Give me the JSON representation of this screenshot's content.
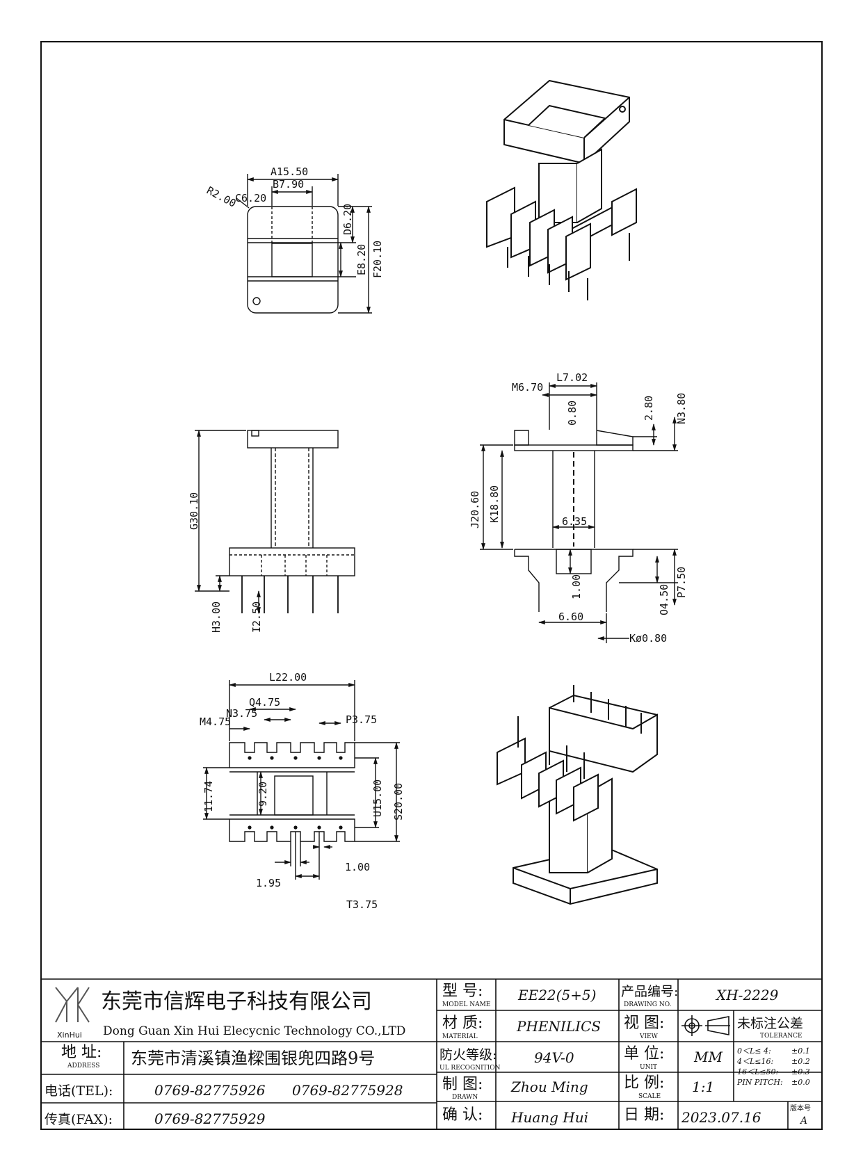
{
  "views": {
    "top": {
      "dims": [
        "A15.50",
        "B7.90",
        "C6.20",
        "R2.00",
        "D6.20",
        "E8.20",
        "F20.10"
      ]
    },
    "front": {
      "dims": [
        "G30.10",
        "H3.00",
        "I2.50"
      ]
    },
    "side": {
      "dims": [
        "L7.02",
        "M6.70",
        "0.80",
        "2.80",
        "N3.80",
        "J20.60",
        "K18.80",
        "6.35",
        "1.00",
        "P7.50",
        "O4.50",
        "6.60",
        "Kø0.80"
      ]
    },
    "bottom": {
      "dims": [
        "L22.00",
        "Q4.75",
        "N3.75",
        "M4.75",
        "P3.75",
        "11.74",
        "9.20",
        "U15.00",
        "S20.00",
        "1.95",
        "1.00",
        "T3.75"
      ]
    }
  },
  "title_block": {
    "company_cn": "东莞市信辉电子科技有限公司",
    "company_en": "Dong Guan Xin Hui Elecycnic Technology CO.,LTD",
    "logo_text": "XinHui",
    "address_label_cn": "地  址:",
    "address_label_en": "ADDRESS",
    "address": "东莞市清溪镇渔樑围银兜四路9号",
    "tel_label": "电话(TEL):",
    "tel1": "0769-82775926",
    "tel2": "0769-82775928",
    "fax_label": "传真(FAX):",
    "fax": "0769-82775929",
    "model_label_cn": "型  号:",
    "model_label_en": "MODEL NAME",
    "model": "EE22(5+5)",
    "material_label_cn": "材  质:",
    "material_label_en": "MATERIAL",
    "material": "PHENILICS",
    "ul_label_cn": "防火等级:",
    "ul_label_en": "UL RECOGNITION",
    "ul": "94V-0",
    "drawn_label_cn": "制  图:",
    "drawn_label_en": "DRAWN",
    "drawn": "Zhou Ming",
    "confirm_label_cn": "确  认:",
    "confirm": "Huang Hui",
    "drawing_no_label_cn": "产品编号:",
    "drawing_no_label_en": "DRAWING NO.",
    "drawing_no": "XH-2229",
    "view_label_cn": "视  图:",
    "view_label_en": "VIEW",
    "unit_label_cn": "单  位:",
    "unit_label_en": "UNIT",
    "unit": "MM",
    "scale_label_cn": "比  例:",
    "scale_label_en": "SCALE",
    "scale": "1:1",
    "date_label_cn": "日  期:",
    "date": "2023.07.16",
    "tolerance_cn": "未标注公差",
    "tolerance_en": "TOLERANCE",
    "tol_rows": [
      {
        "range": "0＜L≤ 4:",
        "val": "±0.1"
      },
      {
        "range": "4＜L≤16:",
        "val": "±0.2"
      },
      {
        "range": "16＜L≤50:",
        "val": "±0.3"
      },
      {
        "range": "PIN PITCH:",
        "val": "±0.0"
      }
    ],
    "rev_label": "版本号",
    "rev": "A"
  }
}
